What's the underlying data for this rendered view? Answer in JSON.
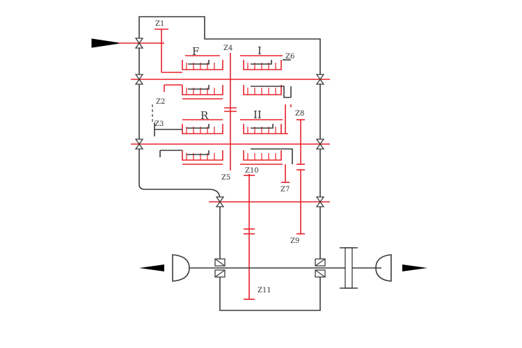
{
  "labels": {
    "z1": "Z1",
    "z2": "Z2",
    "z3": "Z3",
    "z4": "Z4",
    "z5": "Z5",
    "z6": "Z6",
    "z7": "Z7",
    "z8": "Z8",
    "z9": "Z9",
    "z10": "Z10",
    "z11": "Z11",
    "f": "F",
    "r": "R",
    "i": "I",
    "ii": "II"
  },
  "colors": {
    "gear": "#e8202a",
    "housing": "#3a3a3a"
  }
}
